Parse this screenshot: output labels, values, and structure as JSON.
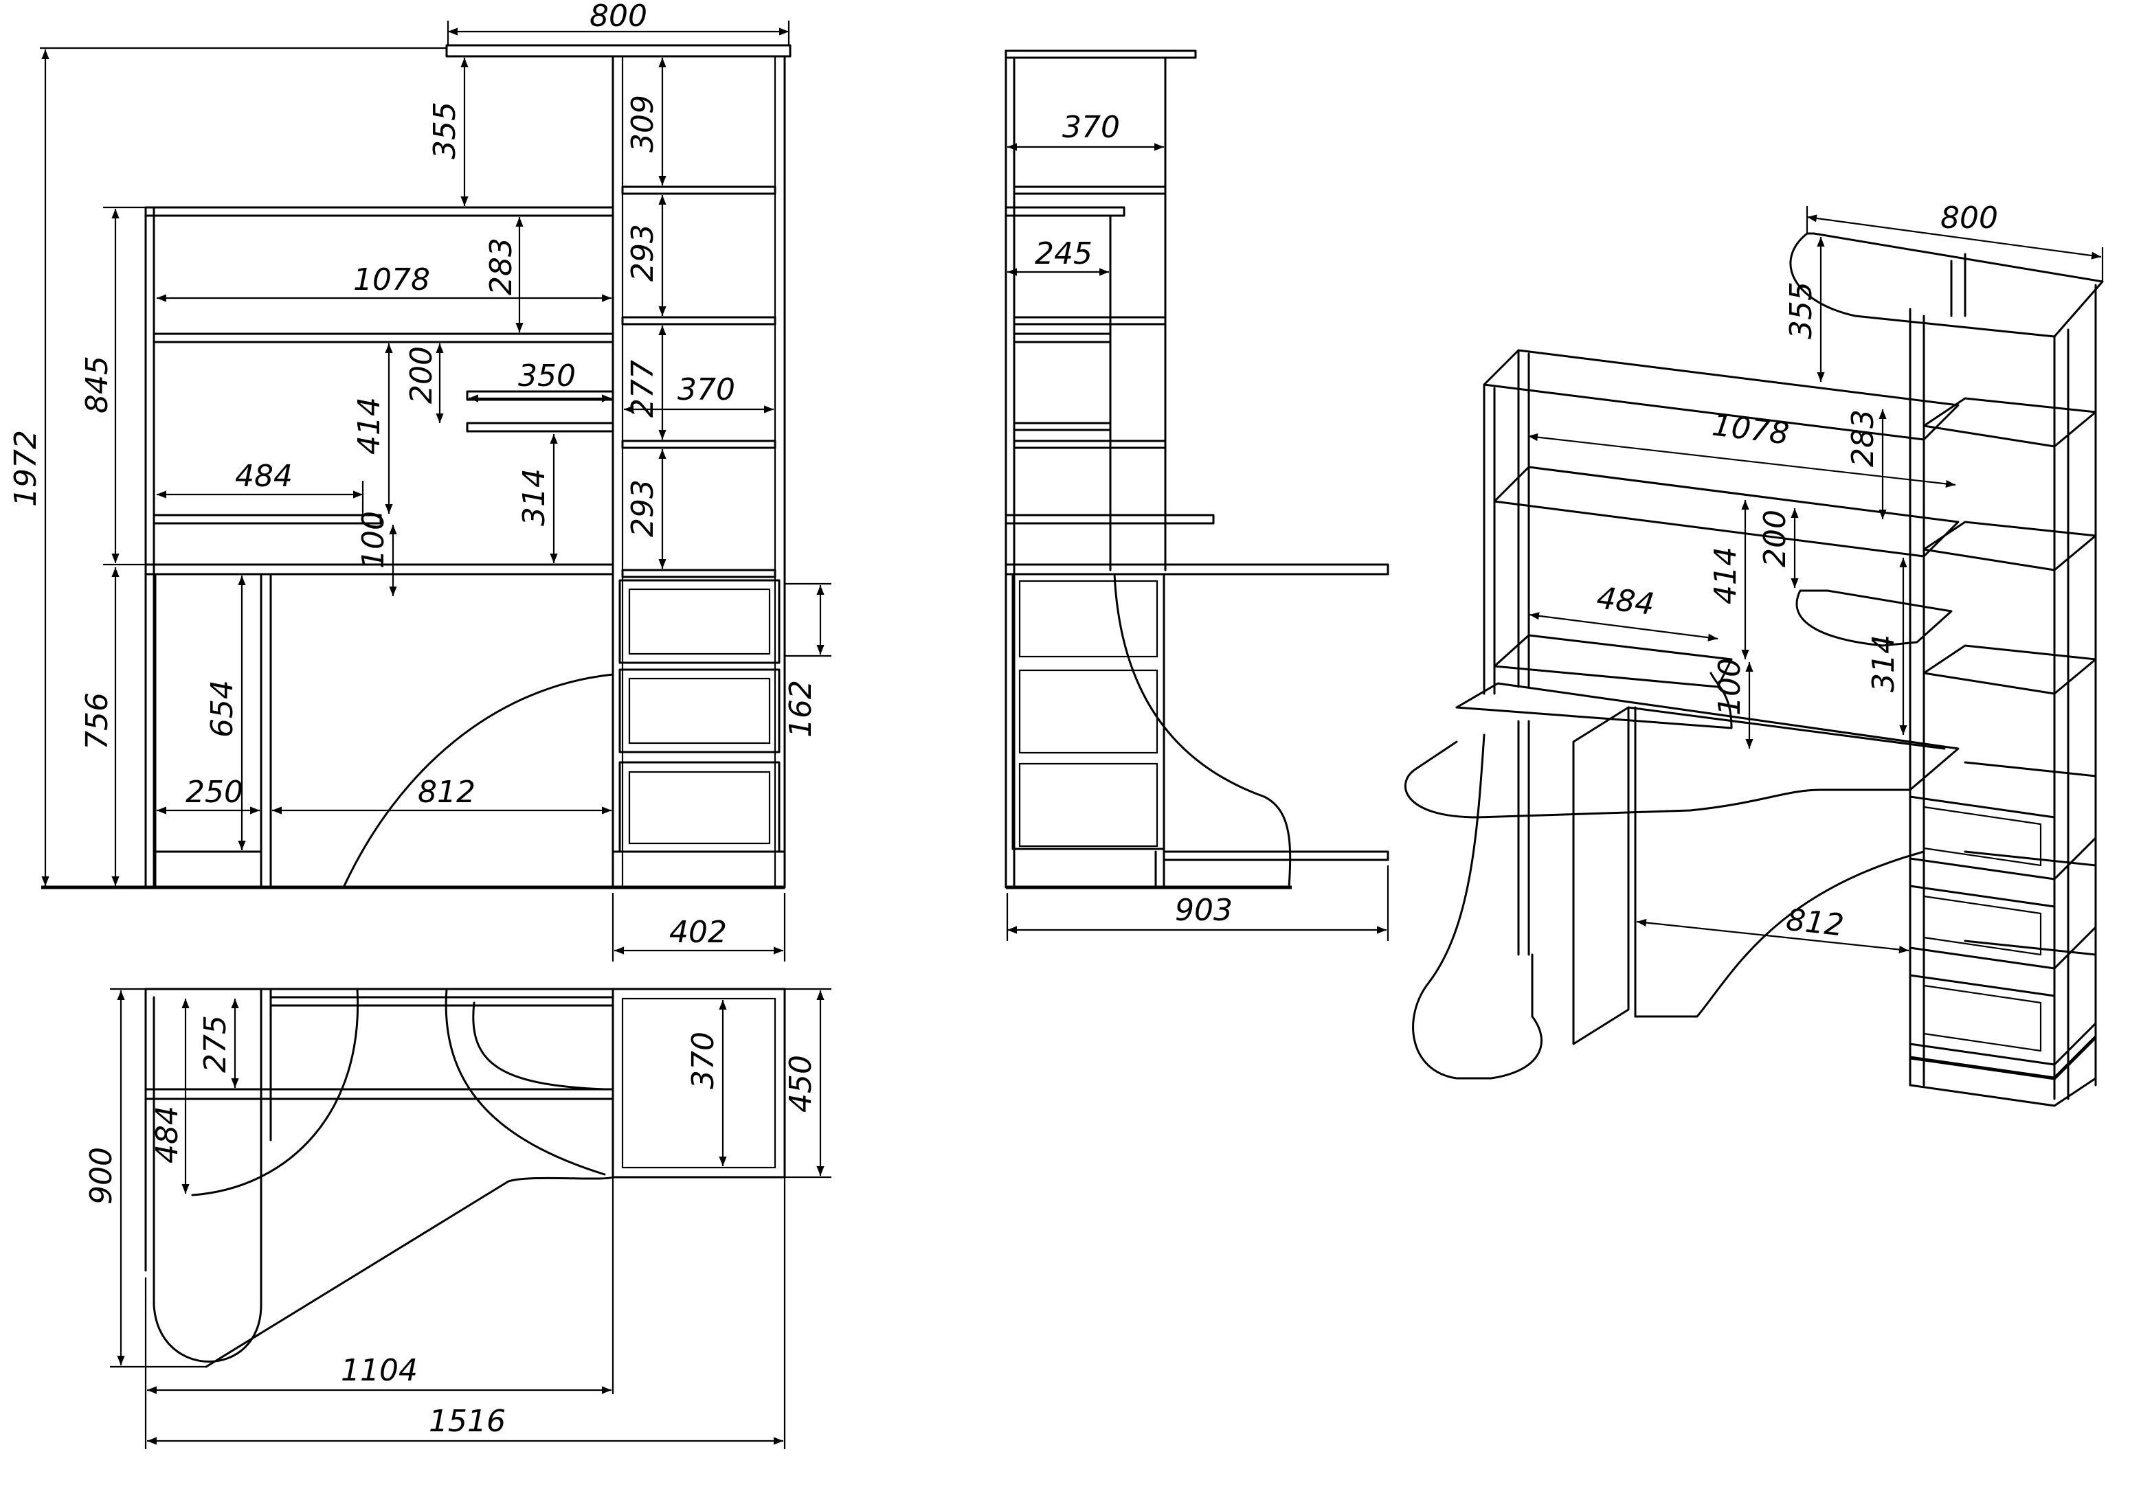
{
  "colors": {
    "line": "#000000",
    "background": "#ffffff"
  },
  "front_view": {
    "labels": {
      "total_width": "800",
      "total_height": "1972",
      "top_gap": "355",
      "upper_height": "845",
      "desk_height": "756",
      "shelf_width": "1078",
      "shelf_gap": "283",
      "small_gap": "200",
      "small_shelf": "350",
      "hutch_height": "414",
      "shelf_484": "484",
      "gap_100": "100",
      "gap_314": "314",
      "column_309": "309",
      "column_293a": "293",
      "column_277": "277",
      "column_370": "370",
      "column_293b": "293",
      "leg_654": "654",
      "leg_250": "250",
      "arc_812": "812",
      "drawer_162": "162",
      "base_402": "402"
    }
  },
  "side_view": {
    "labels": {
      "depth_370": "370",
      "depth_245": "245",
      "depth_903": "903"
    }
  },
  "top_view": {
    "labels": {
      "depth_275": "275",
      "depth_484": "484",
      "depth_900": "900",
      "width_1104": "1104",
      "width_1516": "1516",
      "drawer_370": "370",
      "column_450": "450"
    }
  },
  "iso_view": {
    "labels": {
      "width_800": "800",
      "top_355": "355",
      "shelf_1078": "1078",
      "gap_283": "283",
      "hutch_414": "414",
      "gap_200": "200",
      "shelf_484": "484",
      "gap_100": "100",
      "gap_314": "314",
      "arc_812": "812"
    }
  }
}
